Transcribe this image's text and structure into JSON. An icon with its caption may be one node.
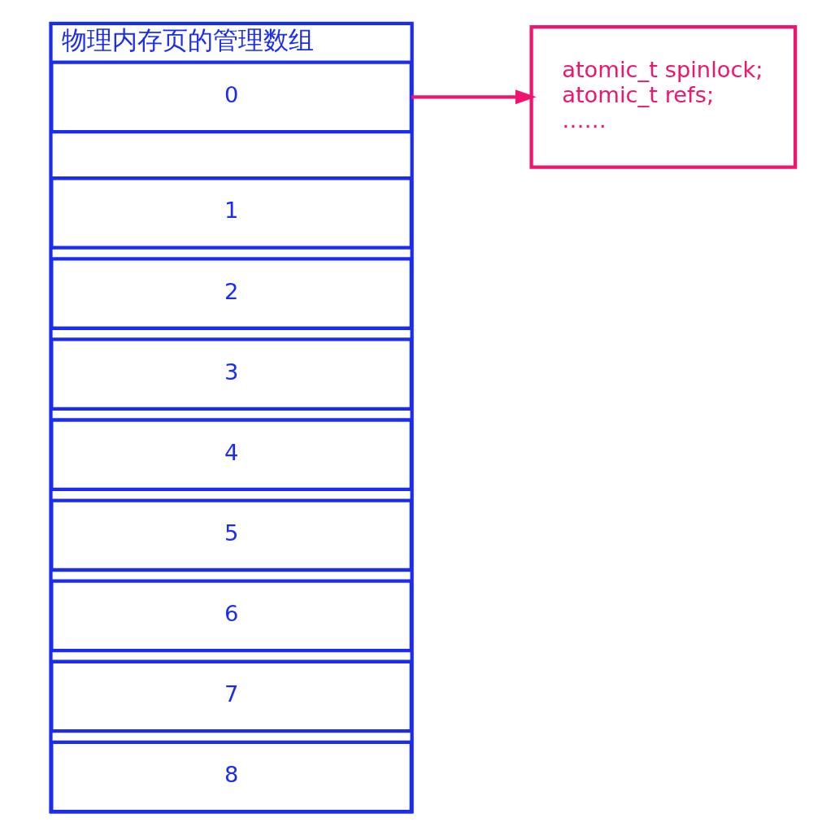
{
  "diagram": {
    "nodes": [
      {
        "text": [
          "物理内存页的管理数组"
        ]
      },
      {
        "text": [
          "0"
        ],
        "in": 0
      },
      {
        "text": [
          "1"
        ],
        "in": 0
      },
      {
        "text": [
          "2"
        ],
        "in": 0
      },
      {
        "text": [
          "3"
        ],
        "in": 0
      },
      {
        "text": [
          "4"
        ],
        "in": 0
      },
      {
        "text": [
          "5"
        ],
        "in": 0
      },
      {
        "text": [
          "6"
        ],
        "in": 0
      },
      {
        "text": [
          "7"
        ],
        "in": 0
      },
      {
        "text": [
          "8"
        ],
        "in": 0
      },
      {
        "text": [
          "atomic_t spinlock;",
          "atomic_t refs;",
          "……"
        ]
      }
    ],
    "edges": [
      {
        "from": 1,
        "to": 10,
        "arrow": "to",
        "color": "#f0146e"
      }
    ]
  }
}
